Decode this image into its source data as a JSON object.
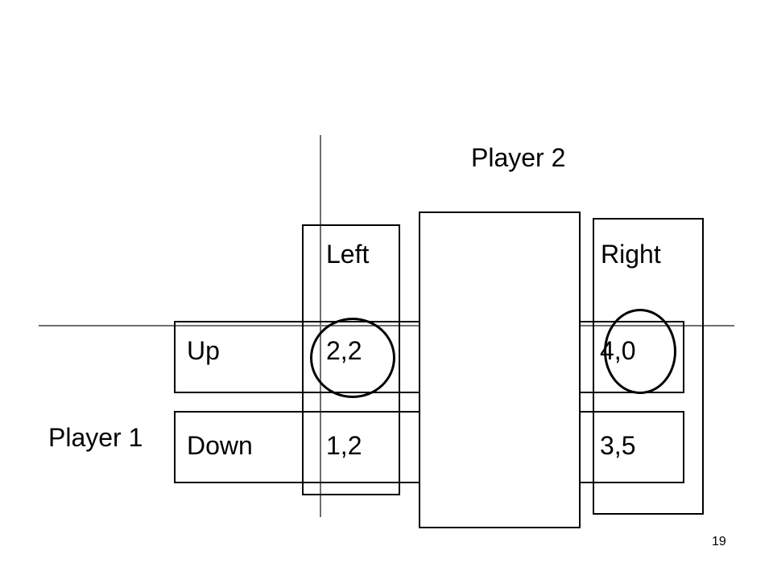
{
  "player2_label": "Player 2",
  "player1_label": "Player 1",
  "columns": {
    "left": "Left",
    "right": "Right"
  },
  "rows": {
    "up": "Up",
    "down": "Down"
  },
  "payoffs": {
    "up_left": "2,2",
    "up_right": "4,0",
    "down_left": "1,2",
    "down_right": "3,5"
  },
  "page_number": "19"
}
